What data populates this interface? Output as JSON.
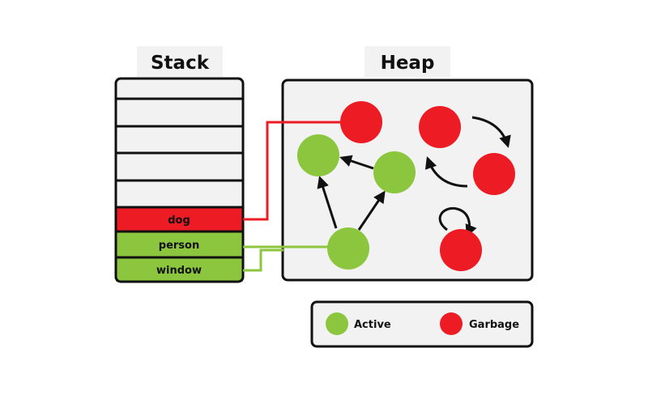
{
  "stack": {
    "title": "Stack",
    "slots": [
      {
        "label": "",
        "status": "empty"
      },
      {
        "label": "",
        "status": "empty"
      },
      {
        "label": "",
        "status": "empty"
      },
      {
        "label": "",
        "status": "empty"
      },
      {
        "label": "",
        "status": "empty"
      },
      {
        "label": "dog",
        "status": "garbage"
      },
      {
        "label": "person",
        "status": "active"
      },
      {
        "label": "window",
        "status": "active"
      }
    ]
  },
  "heap": {
    "title": "Heap"
  },
  "legend": {
    "active_label": "Active",
    "garbage_label": "Garbage"
  },
  "colors": {
    "active": "#8cc63f",
    "garbage": "#ed1c24",
    "empty_slot": "#f2f2f2",
    "border": "#111111",
    "panel": "#f2f2f2"
  }
}
